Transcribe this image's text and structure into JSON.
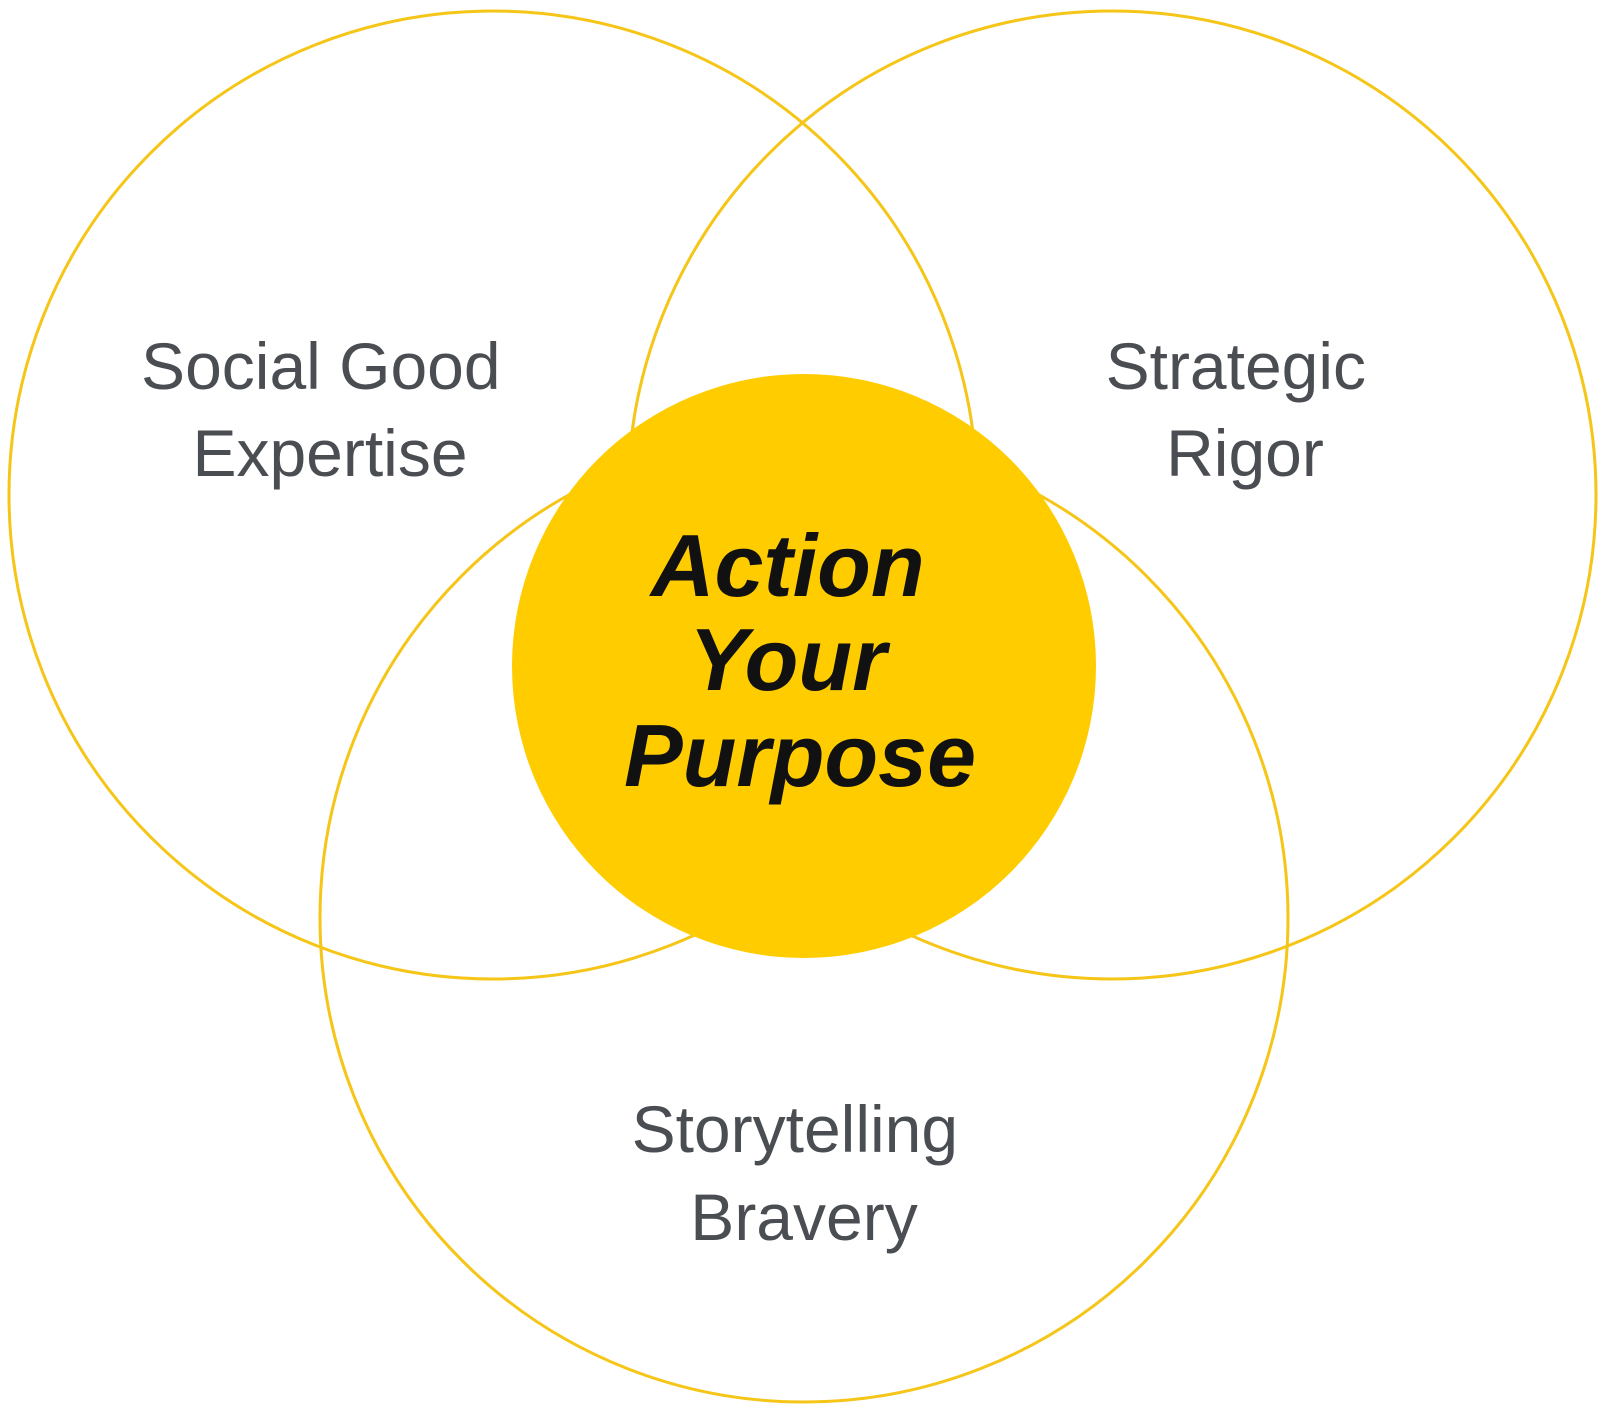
{
  "colors": {
    "ring_stroke": "#f5c518",
    "core_fill": "#ffcc00",
    "label_text": "#4a4d52",
    "core_text": "#111111",
    "background": "#ffffff"
  },
  "diagram": {
    "sets": [
      {
        "id": "social-good",
        "lines": [
          "Social Good",
          "Expertise"
        ]
      },
      {
        "id": "strategic",
        "lines": [
          "Strategic",
          "Rigor"
        ]
      },
      {
        "id": "storytelling",
        "lines": [
          "Storytelling",
          "Bravery"
        ]
      }
    ],
    "center": {
      "lines": [
        "Action",
        "Your",
        "Purpose"
      ]
    }
  }
}
